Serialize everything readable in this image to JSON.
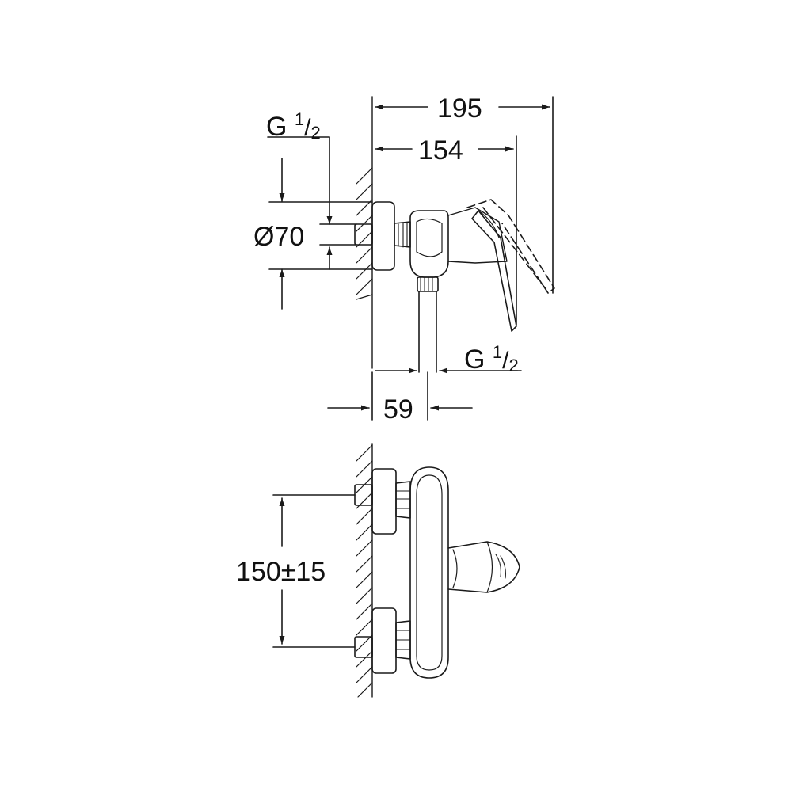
{
  "diagram": {
    "colors": {
      "ink": "#1a1a1a",
      "background": "#ffffff"
    },
    "side_view": {
      "overall_depth": "195",
      "handle_depth": "154",
      "diameter": "Ø70",
      "wall_offset": "59",
      "inlet_thread": {
        "prefix": "G",
        "num": "1",
        "slash": "/",
        "den": "2"
      },
      "outlet_thread": {
        "prefix": "G",
        "num": "1",
        "slash": "/",
        "den": "2"
      }
    },
    "front_view": {
      "center_distance": "150±15"
    }
  }
}
